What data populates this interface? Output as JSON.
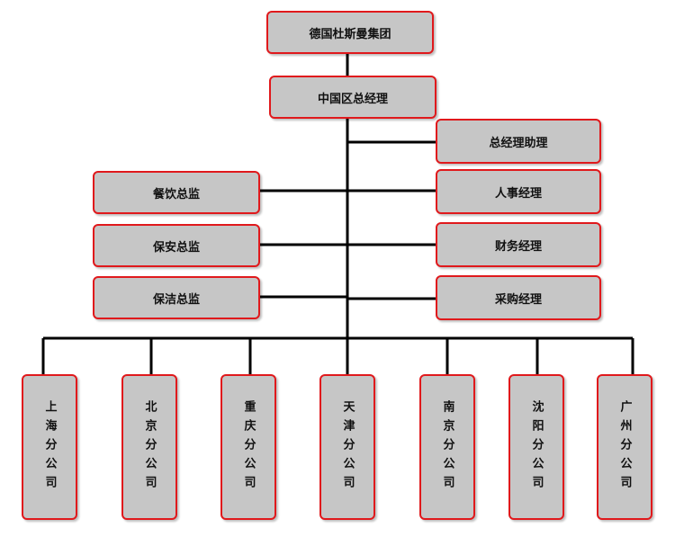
{
  "org_chart": {
    "root": "德国杜斯曼集团",
    "level2": "中国区总经理",
    "assistant": "总经理助理",
    "left_directors": [
      "餐饮总监",
      "保安总监",
      "保洁总监"
    ],
    "right_managers": [
      "人事经理",
      "财务经理",
      "采购经理"
    ],
    "branches": [
      "上海分公司",
      "北京分公司",
      "重庆分公司",
      "天津分公司",
      "南京分公司",
      "沈阳分公司",
      "广州分公司"
    ]
  },
  "colors": {
    "box_fill": "#c6c6c6",
    "box_border": "#e0191c",
    "connector": "#000000"
  }
}
